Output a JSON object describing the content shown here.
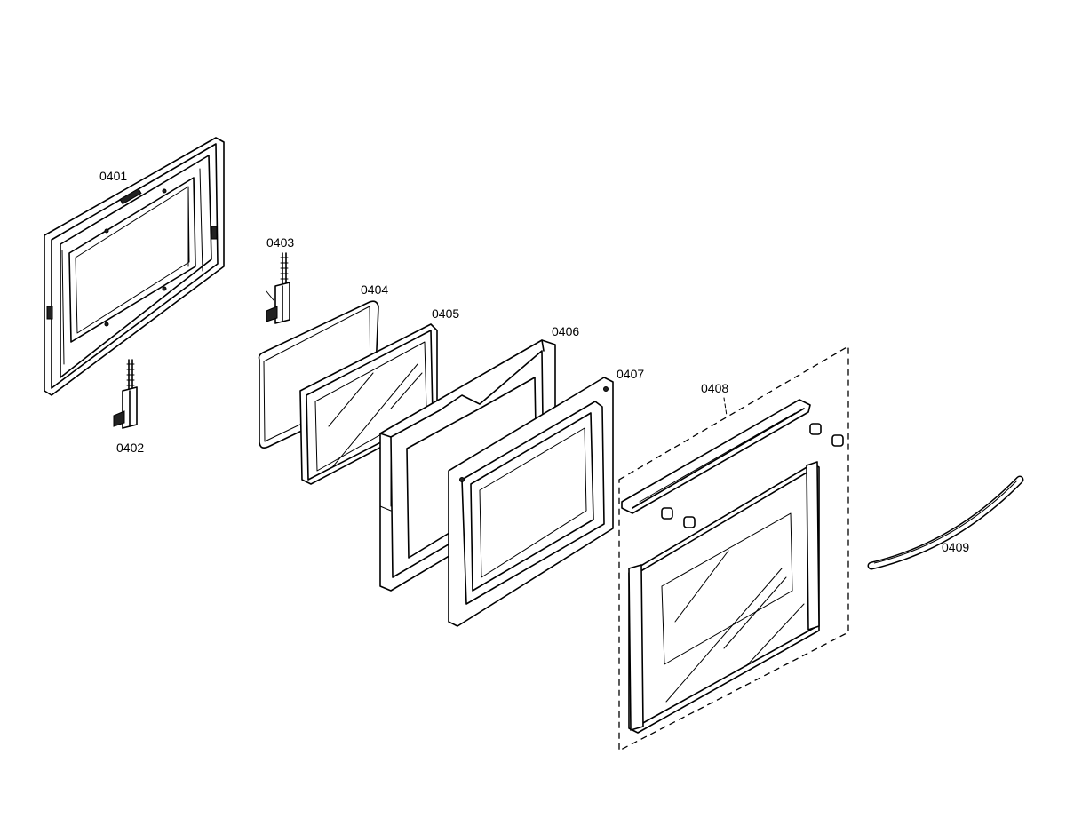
{
  "diagram": {
    "parts": [
      {
        "id": "0401",
        "label": "0401"
      },
      {
        "id": "0402",
        "label": "0402"
      },
      {
        "id": "0403",
        "label": "0403"
      },
      {
        "id": "0404",
        "label": "0404"
      },
      {
        "id": "0405",
        "label": "0405"
      },
      {
        "id": "0406",
        "label": "0406"
      },
      {
        "id": "0407",
        "label": "0407"
      },
      {
        "id": "0408",
        "label": "0408"
      },
      {
        "id": "0409",
        "label": "0409"
      }
    ],
    "line_color": "#000000",
    "background": "#ffffff"
  }
}
